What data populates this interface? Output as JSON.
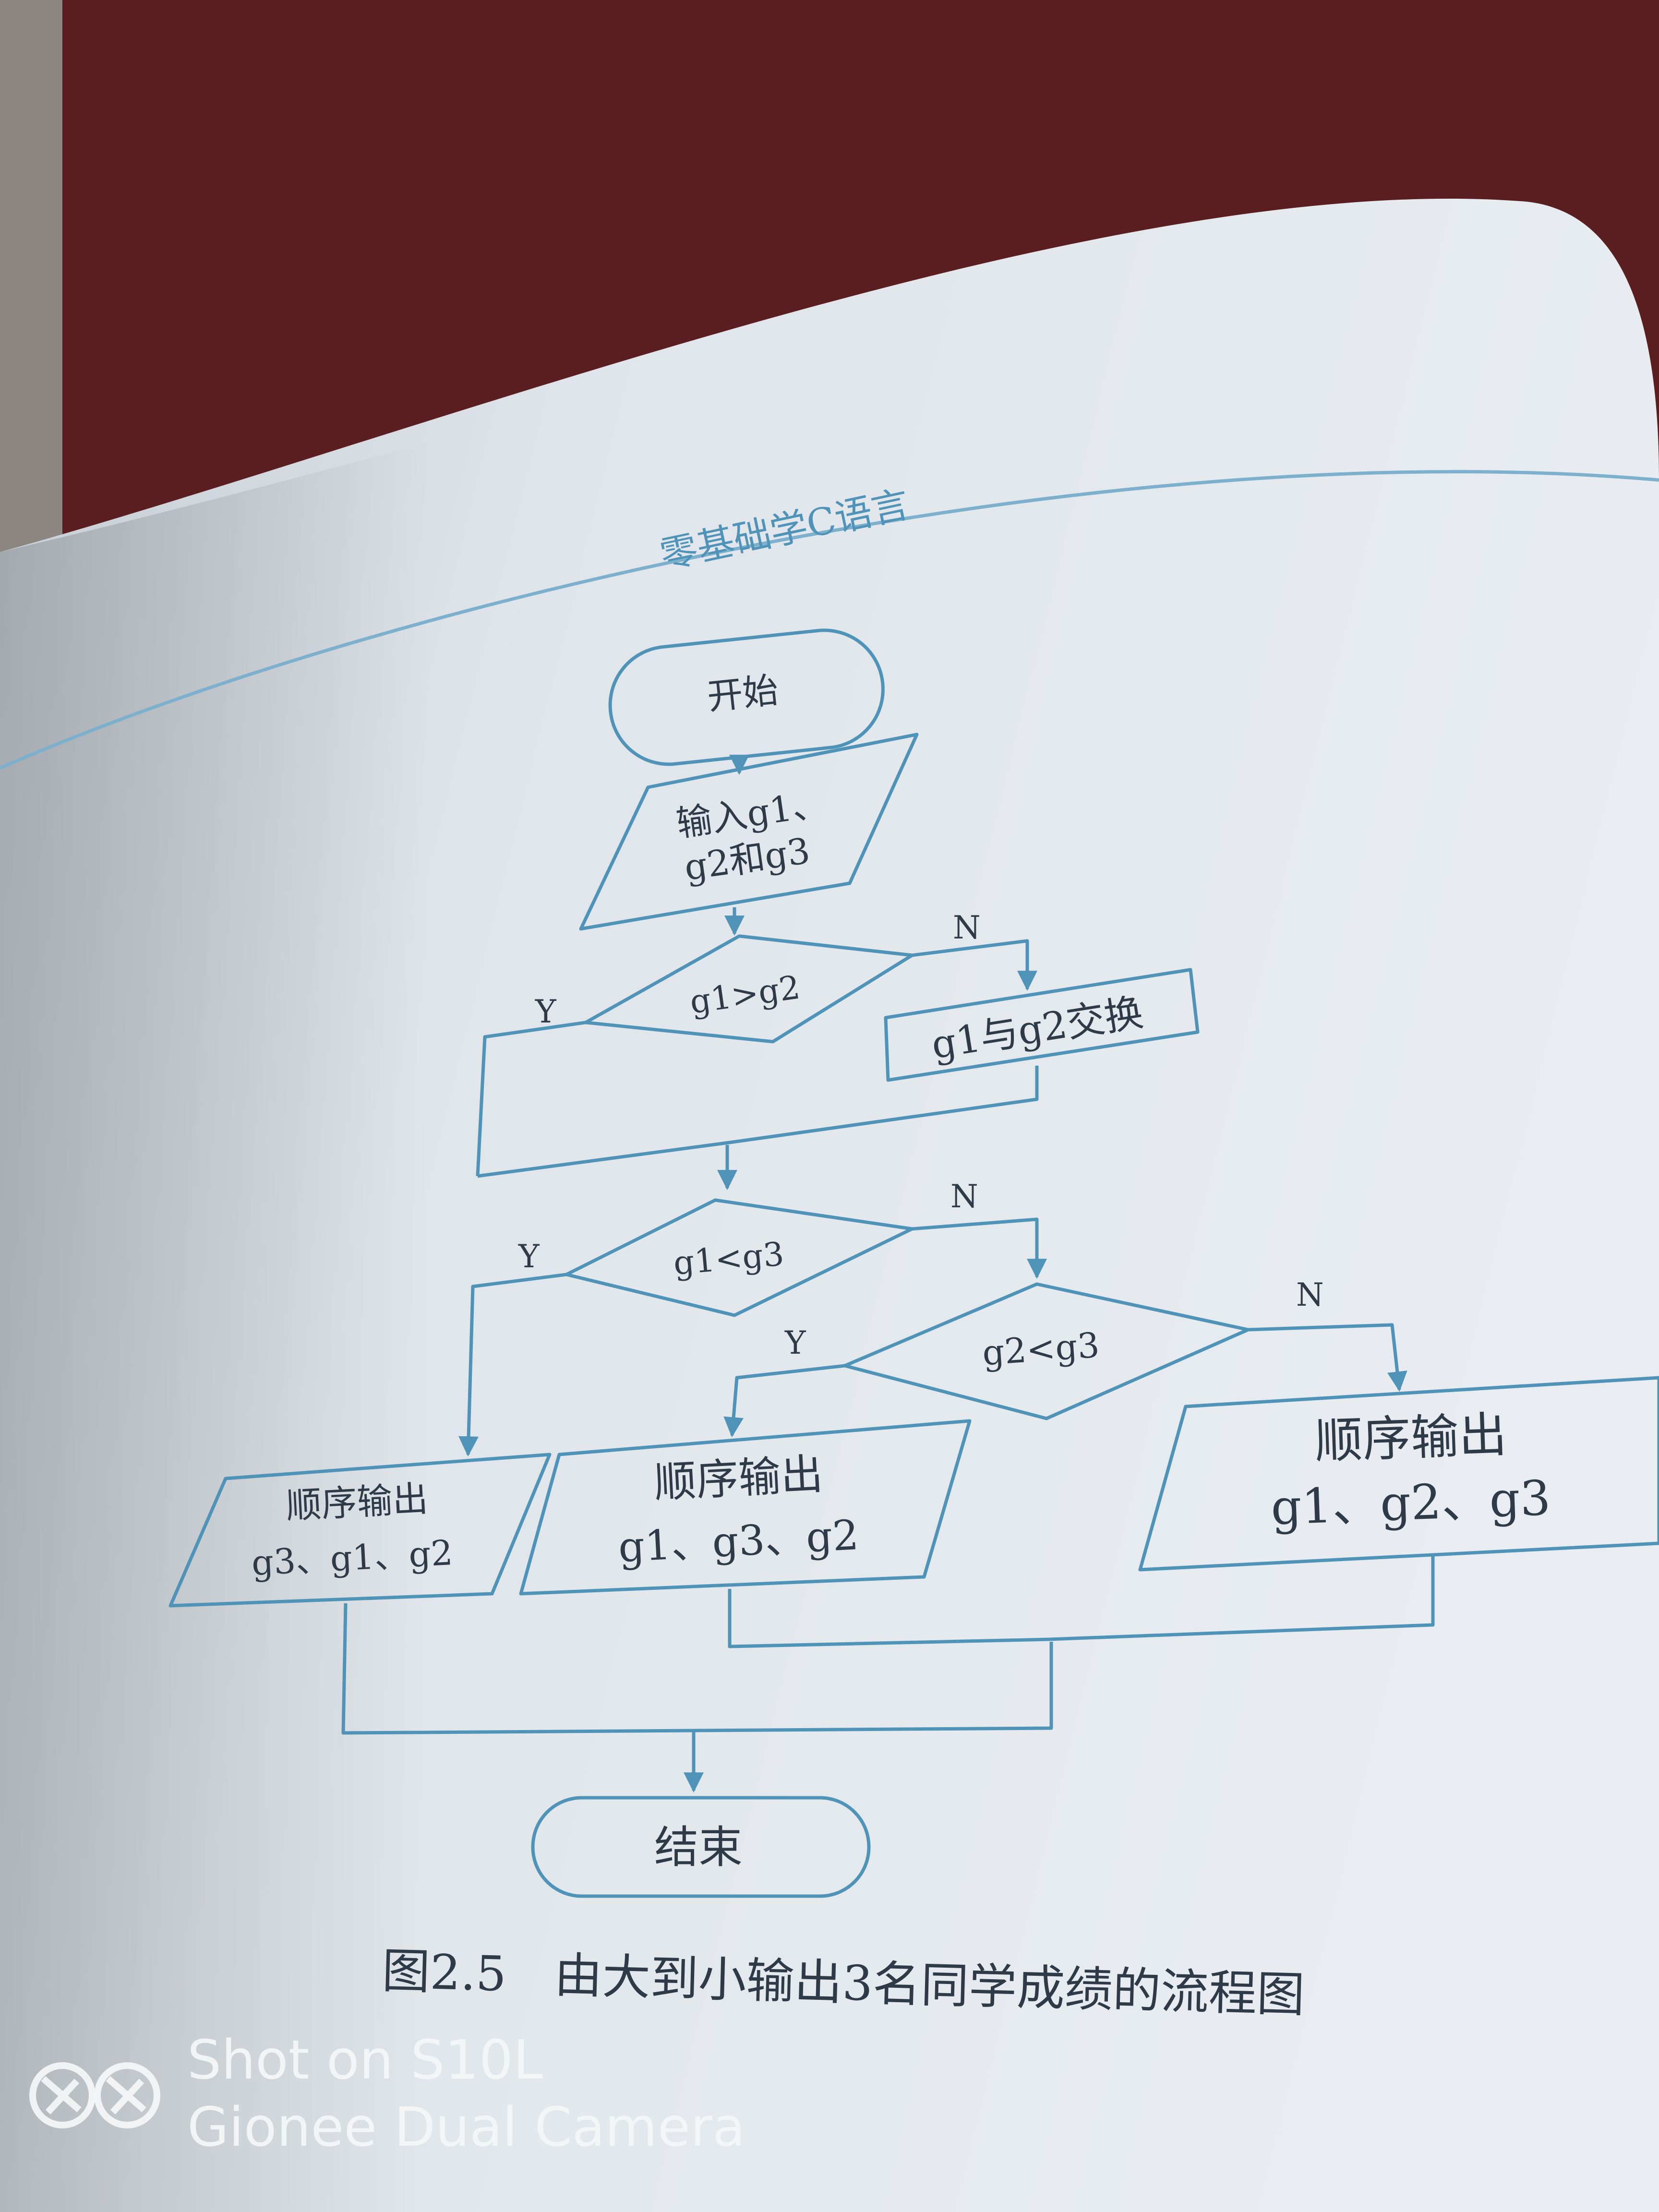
{
  "header": {
    "title": "零基础学C语言"
  },
  "flowchart": {
    "start": "开始",
    "input": [
      "输入g1、",
      "g2和g3"
    ],
    "decision1": "g1>g2",
    "swap": "g1与g2交换",
    "decision2": "g1<g3",
    "decision3": "g2<g3",
    "output_a": [
      "顺序输出",
      "g3、g1、g2"
    ],
    "output_b": [
      "顺序输出",
      "g1、g3、g2"
    ],
    "output_c": [
      "顺序输出",
      "g1、g2、g3"
    ],
    "end": "结束",
    "yes": "Y",
    "no": "N"
  },
  "caption": "图2.5　由大到小输出3名同学成绩的流程图",
  "watermark": {
    "line1": "Shot on S10L",
    "line2": "Gionee Dual Camera"
  },
  "colors": {
    "line": "#4f93b8",
    "page": "#e4e9ee",
    "background": "#5a1d20",
    "text": "#2f3a48"
  }
}
